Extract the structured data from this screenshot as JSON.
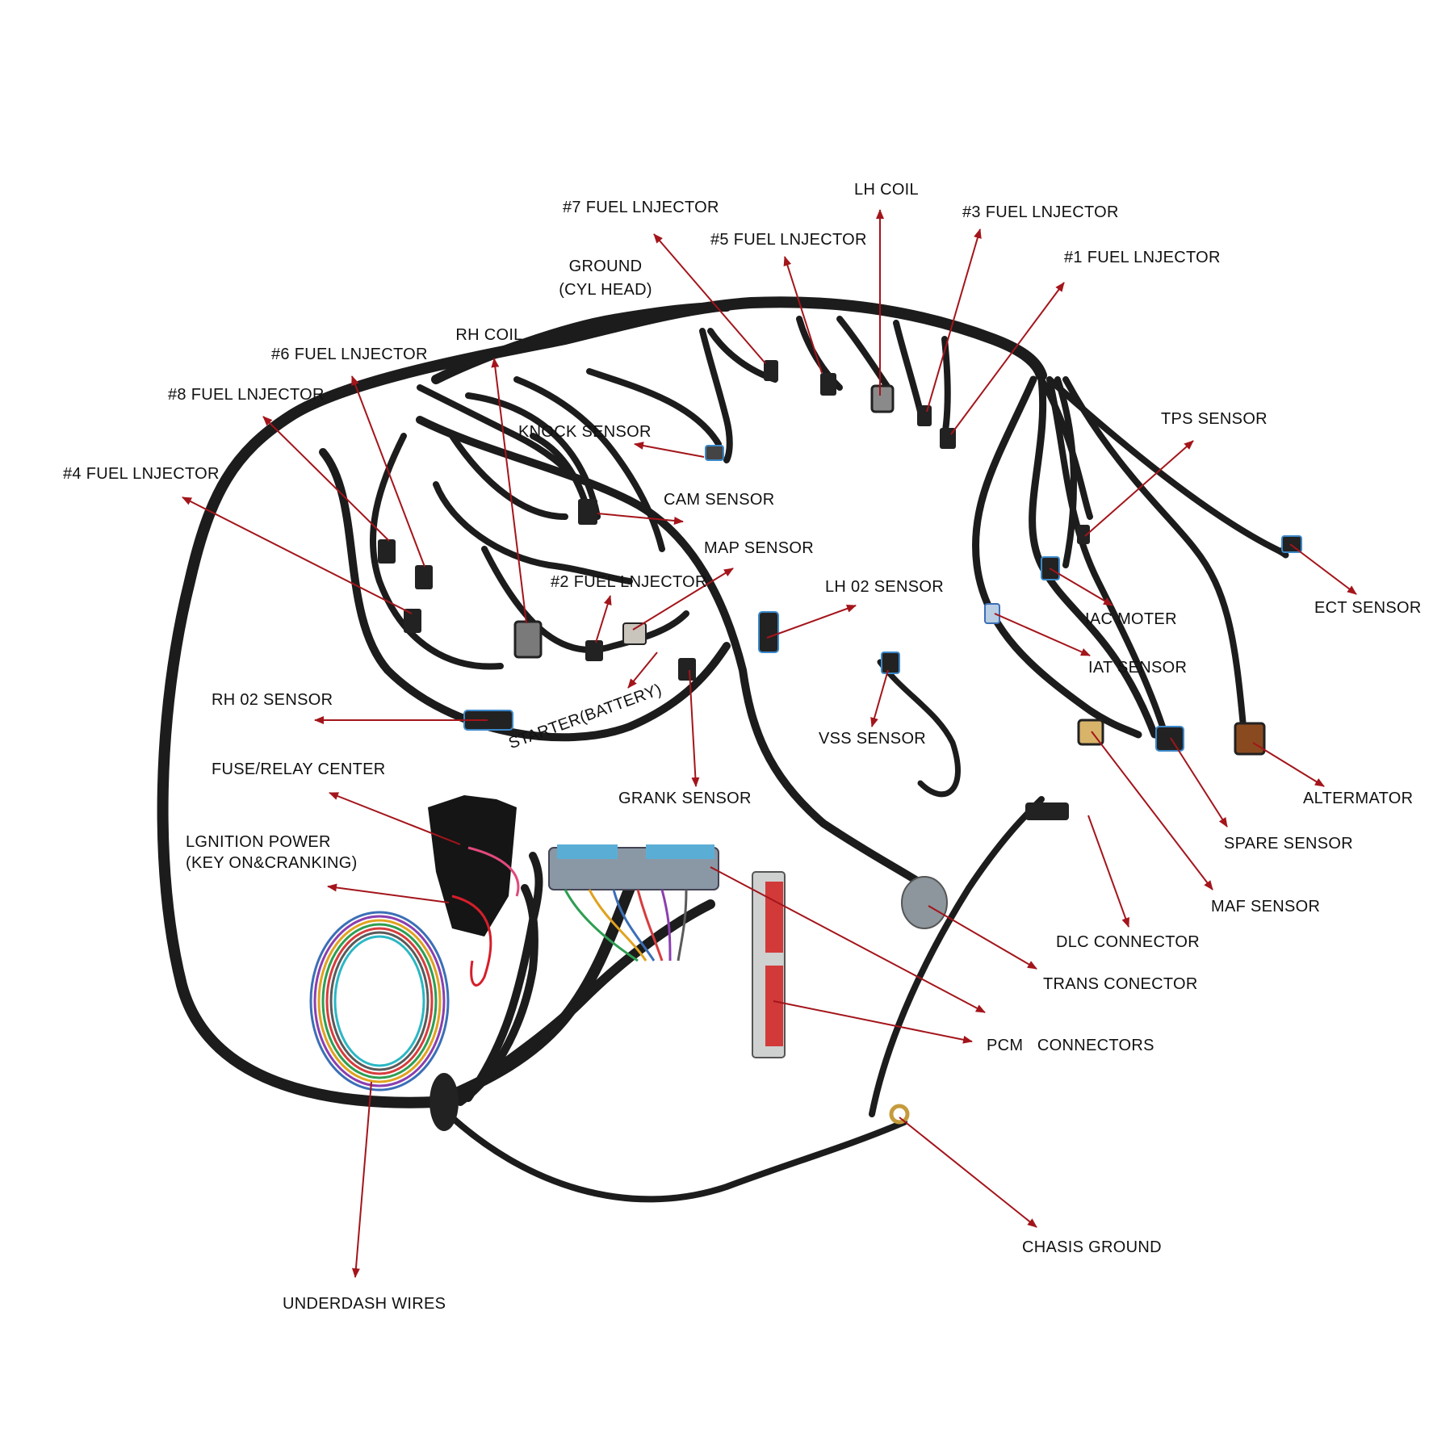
{
  "labels": {
    "fuel7": "#7 FUEL LNJECTOR",
    "lh_coil": "LH COIL",
    "fuel3": "#3 FUEL LNJECTOR",
    "fuel5": "#5 FUEL LNJECTOR",
    "fuel1": "#1 FUEL LNJECTOR",
    "ground_line1": "GROUND",
    "ground_line2": "(CYL HEAD)",
    "rh_coil": "RH COIL",
    "fuel6": "#6 FUEL LNJECTOR",
    "fuel8": "#8 FUEL LNJECTOR",
    "knock": "KNOCK SENSOR",
    "tps": "TPS SENSOR",
    "fuel4": "#4 FUEL LNJECTOR",
    "cam": "CAM SENSOR",
    "map": "MAP SENSOR",
    "fuel2": "#2 FUEL LNJECTOR",
    "lh_o2": "LH 02 SENSOR",
    "ect": "ECT SENSOR",
    "iac": "IAC MOTER",
    "iat": "IAT  SENSOR",
    "rh_o2": "RH 02 SENSOR",
    "starter": "STARTER(BATTERY)",
    "vss": "VSS SENSOR",
    "fuse": "FUSE/RELAY CENTER",
    "crank": "GRANK SENSOR",
    "alternator": "ALTERMATOR",
    "ign_line1": "LGNITION POWER",
    "ign_line2": "(KEY ON&CRANKING)",
    "spare": "SPARE SENSOR",
    "maf": "MAF SENSOR",
    "dlc": "DLC CONNECTOR",
    "trans": "TRANS CONECTOR",
    "pcm": "PCM   CONNECTORS",
    "chassis": "CHASIS GROUND",
    "underdash": "UNDERDASH WIRES"
  },
  "colors": {
    "background": "#ffffff",
    "harness": "#1c1c1c",
    "arrow": "#a3151b",
    "pcm_connector": "#5aaed6",
    "pcm_body": "#8a98a6",
    "trans_connector": "#8c969c",
    "red_connector": "#d23a3a"
  }
}
